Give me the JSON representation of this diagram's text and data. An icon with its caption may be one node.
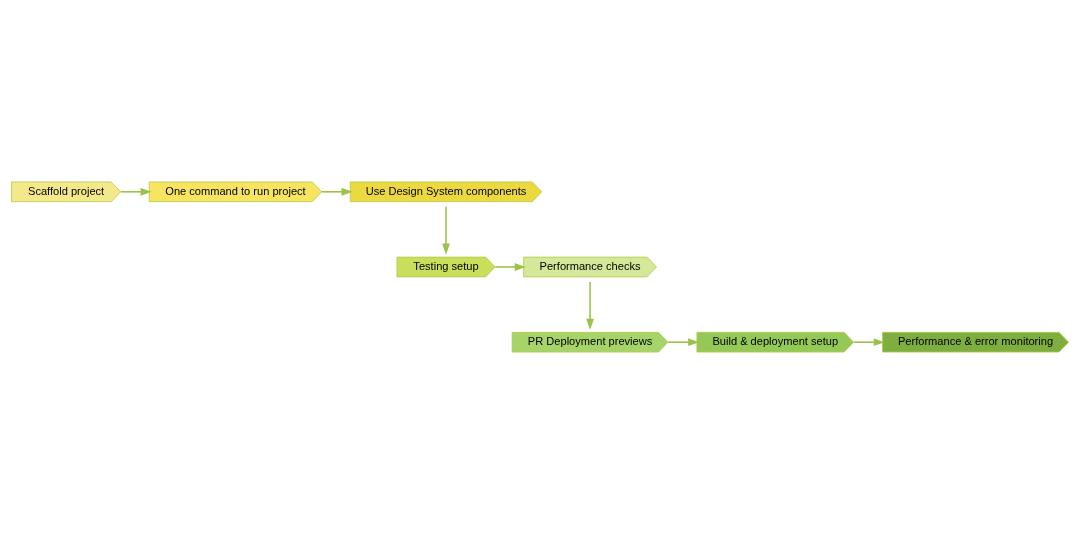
{
  "diagram": {
    "nodes": [
      {
        "text": [
          "Scaffold project"
        ]
      },
      {
        "text": [
          "One command to run project"
        ]
      },
      {
        "text": [
          "Use Design System components"
        ]
      },
      {
        "text": [
          "Testing setup"
        ]
      },
      {
        "text": [
          "Performance checks"
        ]
      },
      {
        "text": [
          "PR Deployment previews"
        ]
      },
      {
        "text": [
          "Build & deployment setup"
        ]
      },
      {
        "text": [
          "Performance & error monitoring"
        ]
      }
    ],
    "edges": [
      {
        "from": 0,
        "to": 1,
        "arrow": "to"
      },
      {
        "from": 1,
        "to": 2,
        "arrow": "to"
      },
      {
        "from": 2,
        "to": 3,
        "arrow": "to"
      },
      {
        "from": 3,
        "to": 4,
        "arrow": "to"
      },
      {
        "from": 4,
        "to": 5,
        "arrow": "to"
      },
      {
        "from": 5,
        "to": 6,
        "arrow": "to"
      },
      {
        "from": 6,
        "to": 7,
        "arrow": "to"
      }
    ]
  }
}
